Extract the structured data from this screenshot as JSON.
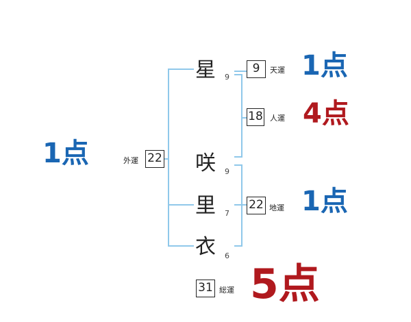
{
  "name_chars": [
    {
      "char": "星",
      "strokes": "9"
    },
    {
      "char": "咲",
      "strokes": "9"
    },
    {
      "char": "里",
      "strokes": "7"
    },
    {
      "char": "衣",
      "strokes": "6"
    }
  ],
  "fortunes": {
    "ten": {
      "value": "9",
      "label": "天運",
      "score": "1点"
    },
    "jin": {
      "value": "18",
      "label": "人運",
      "score": "4点"
    },
    "chi": {
      "value": "22",
      "label": "地運",
      "score": "1点"
    },
    "gai": {
      "value": "22",
      "label": "外運",
      "score": "1点"
    },
    "sou": {
      "value": "31",
      "label": "総運",
      "score": "5点"
    }
  },
  "colors": {
    "bracket": "#8fc8ea",
    "score_blue": "#1a66b3",
    "score_red": "#b0191e"
  }
}
